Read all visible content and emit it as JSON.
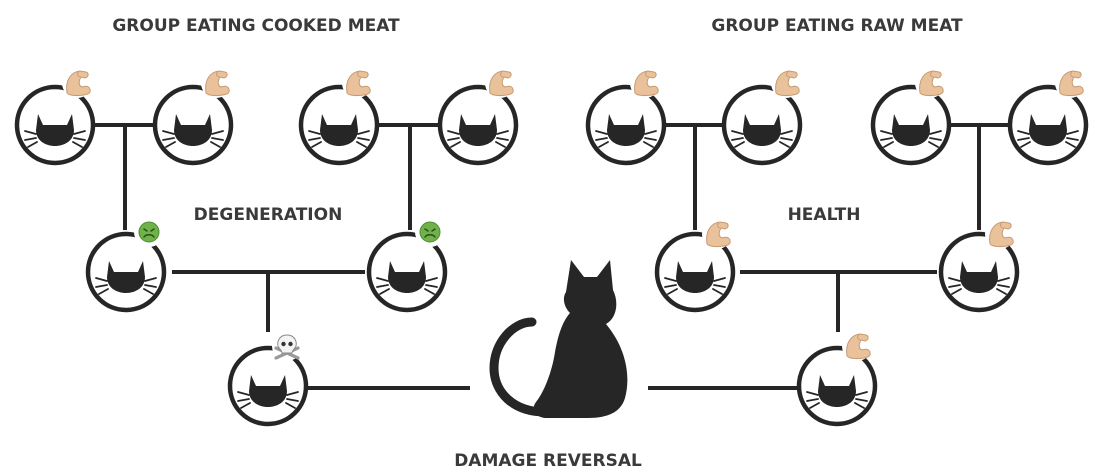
{
  "labels": {
    "cooked_group": "GROUP EATING COOKED MEAT",
    "raw_group": "GROUP EATING RAW MEAT",
    "degeneration": "DEGENERATION",
    "health": "HEALTH",
    "damage_reversal": "DAMAGE REVERSAL"
  },
  "badges": {
    "muscle": "muscle-emoji",
    "nauseated": "nauseated-face-emoji",
    "skull": "skull-and-crossbones-emoji"
  },
  "colors": {
    "ink": "#262626",
    "text": "#3a3a3a",
    "muscle_skin": "#e9c29b",
    "sick_green": "#6fb24a"
  },
  "nodes": [
    {
      "id": "cooked-gen1-a",
      "generation": 1,
      "group": "cooked",
      "badge": "muscle"
    },
    {
      "id": "cooked-gen1-b",
      "generation": 1,
      "group": "cooked",
      "badge": "muscle"
    },
    {
      "id": "cooked-gen1-c",
      "generation": 1,
      "group": "cooked",
      "badge": "muscle"
    },
    {
      "id": "cooked-gen1-d",
      "generation": 1,
      "group": "cooked",
      "badge": "muscle"
    },
    {
      "id": "cooked-gen2-a",
      "generation": 2,
      "group": "cooked",
      "badge": "nauseated"
    },
    {
      "id": "cooked-gen2-b",
      "generation": 2,
      "group": "cooked",
      "badge": "nauseated"
    },
    {
      "id": "cooked-gen3",
      "generation": 3,
      "group": "cooked",
      "badge": "skull"
    },
    {
      "id": "raw-gen1-a",
      "generation": 1,
      "group": "raw",
      "badge": "muscle"
    },
    {
      "id": "raw-gen1-b",
      "generation": 1,
      "group": "raw",
      "badge": "muscle"
    },
    {
      "id": "raw-gen1-c",
      "generation": 1,
      "group": "raw",
      "badge": "muscle"
    },
    {
      "id": "raw-gen1-d",
      "generation": 1,
      "group": "raw",
      "badge": "muscle"
    },
    {
      "id": "raw-gen2-a",
      "generation": 2,
      "group": "raw",
      "badge": "muscle"
    },
    {
      "id": "raw-gen2-b",
      "generation": 2,
      "group": "raw",
      "badge": "muscle"
    },
    {
      "id": "raw-gen3",
      "generation": 3,
      "group": "raw",
      "badge": "muscle"
    }
  ]
}
